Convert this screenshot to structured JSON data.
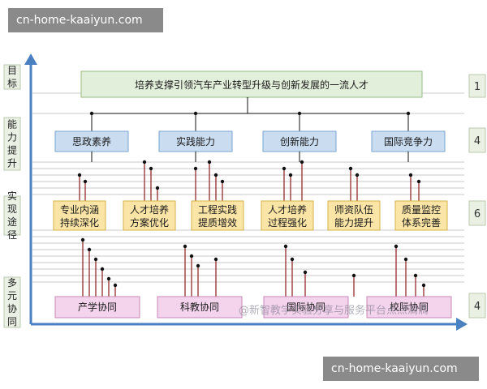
{
  "watermark": {
    "top": "cn-home-kaaiyun.com",
    "bottom": "cn-home-kaaiyun.com"
  },
  "side_labels": [
    "目标",
    "能力提升",
    "实现途径",
    "多元协同"
  ],
  "counts": [
    "1",
    "4",
    "6",
    "4"
  ],
  "goal": "培养支撑引领汽车产业转型升级与创新发展的一流人才",
  "abilities": [
    "思政素养",
    "实践能力",
    "创新能力",
    "国际竞争力"
  ],
  "paths": [
    [
      "专业内涵",
      "持续深化"
    ],
    [
      "人才培养",
      "方案优化"
    ],
    [
      "工程实践",
      "提质增效"
    ],
    [
      "人才培养",
      "过程强化"
    ],
    [
      "师资队伍",
      "能力提升"
    ],
    [
      "质量监控",
      "体系完善"
    ]
  ],
  "collabs": [
    "产学协同",
    "科教协同",
    "国际协同",
    "校际协同"
  ],
  "credit": "@新智教学实验分享与服务平台点点滴滴",
  "colors": {
    "axis": "#4a7fc1",
    "goal_fill": "#e2efda",
    "ability_fill": "#c9dcf0",
    "path_fill": "#fbe5a6",
    "collab_fill": "#f4d3ec",
    "connector": "#8b1a1a",
    "node": "#111111",
    "side_fill": "#eaf1e4"
  }
}
